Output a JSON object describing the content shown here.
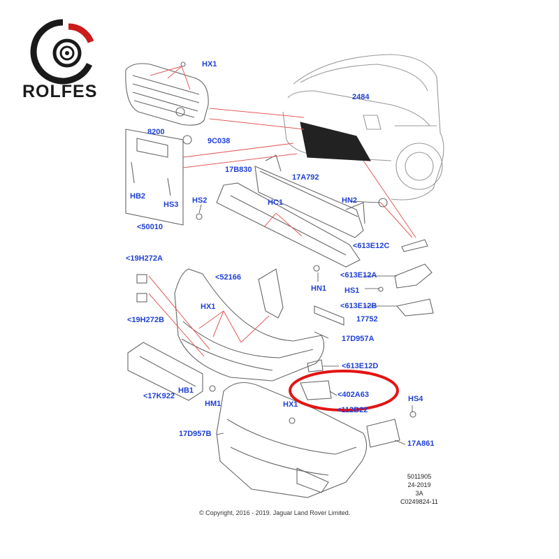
{
  "brand": {
    "name": "ROLFES",
    "accent": "#cc1b1b"
  },
  "colors": {
    "label": "#1f3fd6",
    "leader": "#e35a5a",
    "highlight": "#e41414",
    "line": "#555555"
  },
  "labels": {
    "hx1_top": "HX1",
    "n2484": "2484",
    "n8200": "8200",
    "n9c038": "9C038",
    "n17b830": "17B830",
    "n17a792": "17A792",
    "hb2": "HB2",
    "hs3": "HS3",
    "hs2": "HS2",
    "hc1": "HC1",
    "hn2": "HN2",
    "n50010": "<50010",
    "n613e12c": "<613E12C",
    "n19h272a": "<19H272A",
    "n52166": "<52166",
    "n613e12a": "<613E12A",
    "hn1": "HN1",
    "hs1": "HS1",
    "hx1_mid": "HX1",
    "n613e12b": "<613E12B",
    "n19h272b": "<19H272B",
    "n17752": "17752",
    "n17d957a": "17D957A",
    "n613e12d": "<613E12D",
    "n17k922": "<17K922",
    "hb1": "HB1",
    "n402a63": "<402A63",
    "hm1": "HM1",
    "hs4": "HS4",
    "hx1_low": "HX1",
    "n112b22": "<112B22",
    "n17d957b": "17D957B",
    "n17a861": "17A861"
  },
  "meta": {
    "line1": "5011905",
    "line2": "24-2019",
    "line3": "3A",
    "line4": "C0249824-11"
  },
  "copyright": "© Copyright, 2016 - 2019. Jaguar Land Rover Limited.",
  "highlighted_part": "<402A63"
}
